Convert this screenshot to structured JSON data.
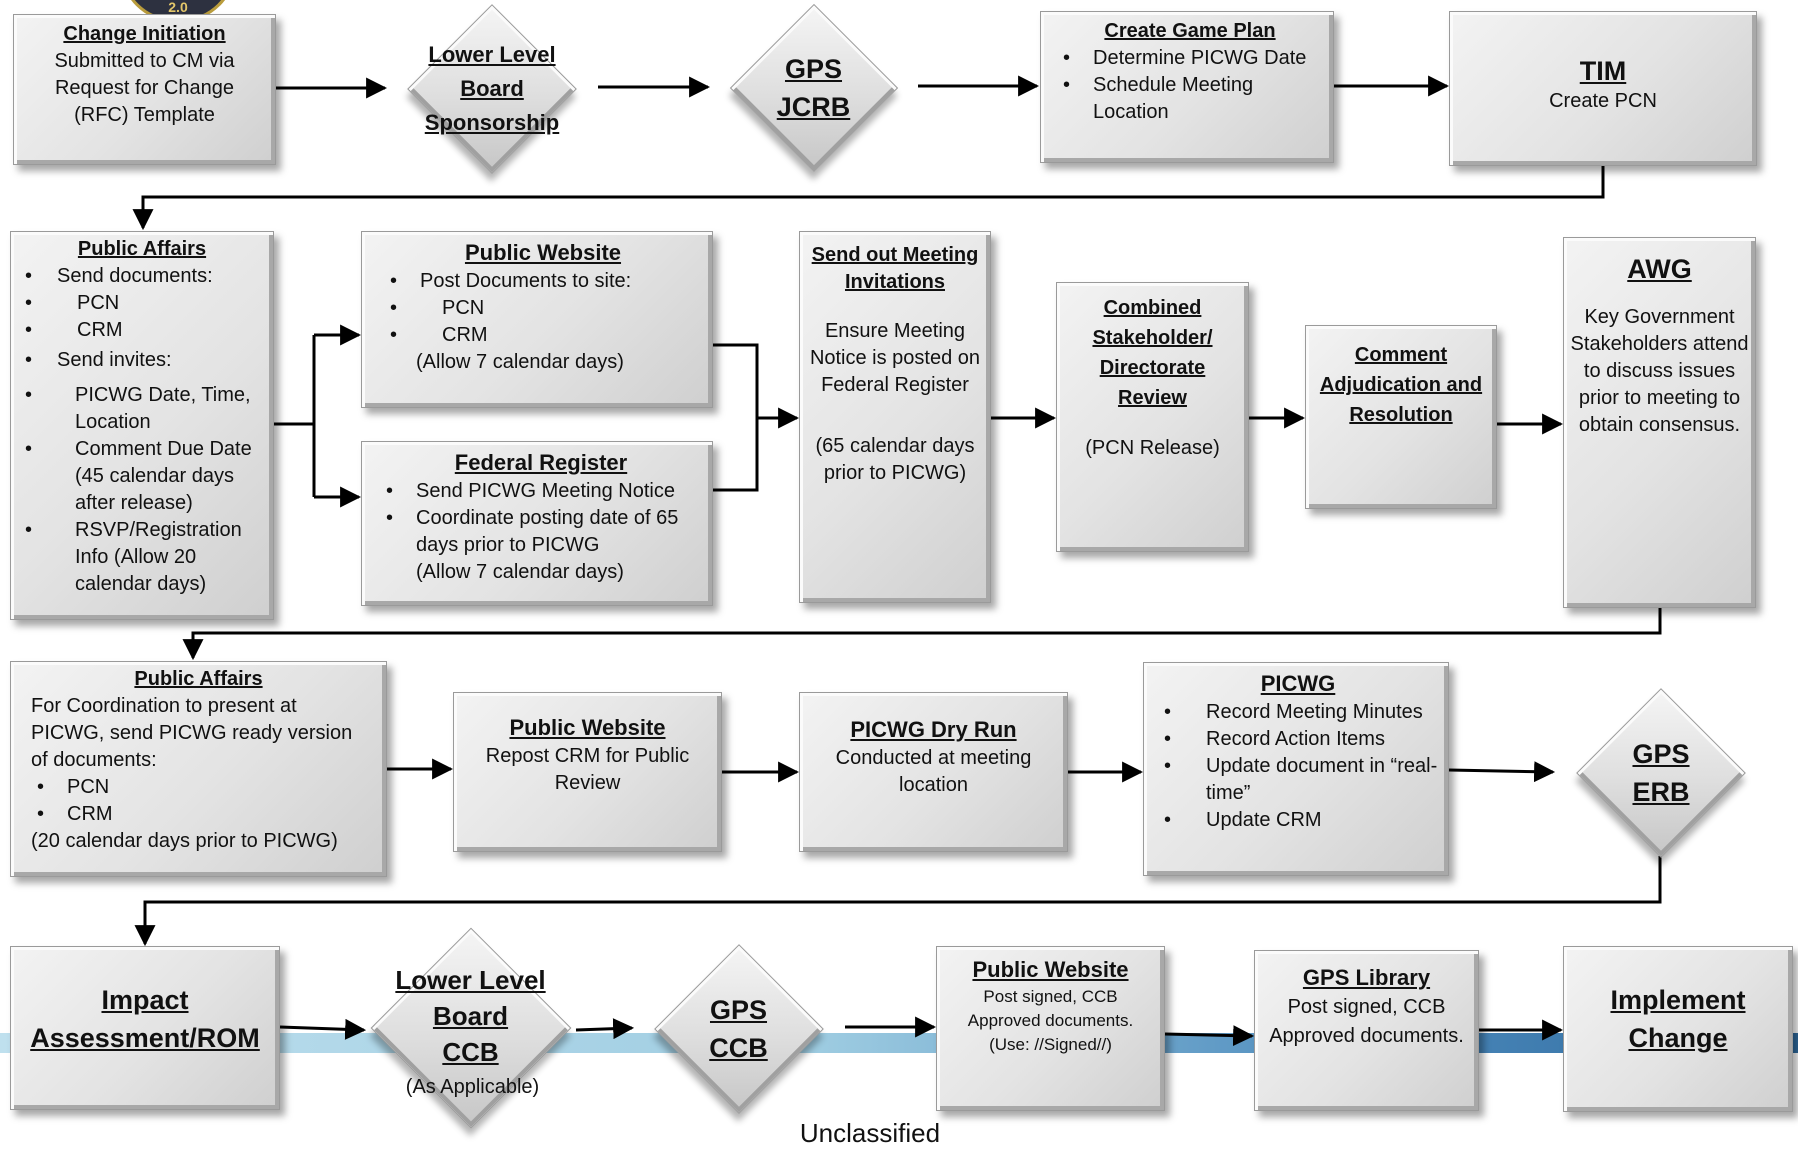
{
  "logo": {
    "text": "2.0"
  },
  "row1": {
    "change_initiation": {
      "title": "Change Initiation",
      "lines": [
        "Submitted to CM via",
        "Request for Change",
        "(RFC) Template"
      ]
    },
    "lower_level_board_sponsorship": {
      "lines": [
        "Lower Level",
        "Board",
        "Sponsorship"
      ]
    },
    "gps_jcrb": {
      "lines": [
        "GPS",
        "JCRB"
      ]
    },
    "create_game_plan": {
      "title": "Create Game Plan",
      "bullets": [
        "Determine PICWG Date",
        "Schedule Meeting Location"
      ]
    },
    "tim": {
      "title": "TIM",
      "text": "Create PCN"
    }
  },
  "row2": {
    "public_affairs": {
      "title": "Public Affairs",
      "send_documents": "Send documents:",
      "documents": [
        "PCN",
        "CRM"
      ],
      "send_invites": "Send invites:",
      "invites": [
        "PICWG Date, Time, Location",
        "Comment Due Date (45 calendar days after release)",
        "RSVP/Registration Info (Allow 20 calendar days)"
      ]
    },
    "public_website": {
      "title": "Public Website",
      "bullet": "Post Documents to site:",
      "sub": [
        "PCN",
        "CRM"
      ],
      "note": "(Allow 7 calendar days)"
    },
    "federal_register": {
      "title": "Federal Register",
      "bullets": [
        "Send PICWG Meeting Notice",
        "Coordinate posting date of 65 days prior to PICWG"
      ],
      "note": "(Allow 7 calendar days)"
    },
    "send_invitations": {
      "title": "Send out Meeting Invitations",
      "text": "Ensure Meeting Notice is posted on Federal Register",
      "note": "(65 calendar days prior to PICWG)"
    },
    "combined_review": {
      "title": "Combined Stakeholder/ Directorate Review",
      "note": "(PCN Release)"
    },
    "comment_adjudication": {
      "title": "Comment Adjudication and Resolution"
    },
    "awg": {
      "title": "AWG",
      "text": "Key Government Stakeholders attend to discuss issues prior to meeting to obtain consensus."
    }
  },
  "row3": {
    "public_affairs": {
      "title": "Public Affairs",
      "text": "For Coordination to present at PICWG, send PICWG ready version of documents:",
      "bullets": [
        "PCN",
        "CRM"
      ],
      "note": "(20 calendar days prior to PICWG)"
    },
    "public_website": {
      "title": "Public Website",
      "text": "Repost CRM for Public Review"
    },
    "dry_run": {
      "title": "PICWG Dry Run",
      "text": "Conducted at meeting location"
    },
    "picwg": {
      "title": "PICWG",
      "bullets": [
        "Record Meeting Minutes",
        "Record Action Items",
        "Update document in “real-time”",
        "Update CRM"
      ]
    },
    "gps_erb": {
      "lines": [
        "GPS",
        "ERB"
      ]
    }
  },
  "row4": {
    "impact_assessment": {
      "lines": [
        "Impact",
        "Assessment/ROM"
      ]
    },
    "lower_level_board_ccb": {
      "lines": [
        "Lower Level",
        "Board",
        "CCB"
      ],
      "note": "(As Applicable)"
    },
    "gps_ccb": {
      "lines": [
        "GPS",
        "CCB"
      ]
    },
    "public_website": {
      "title": "Public Website",
      "lines": [
        "Post signed, CCB",
        "Approved documents.",
        "(Use: //Signed//)"
      ]
    },
    "gps_library": {
      "title": "GPS Library",
      "lines": [
        "Post signed, CCB",
        "Approved documents."
      ]
    },
    "implement_change": {
      "lines": [
        "Implement",
        "Change"
      ]
    }
  },
  "footer": {
    "classification": "Unclassified"
  }
}
